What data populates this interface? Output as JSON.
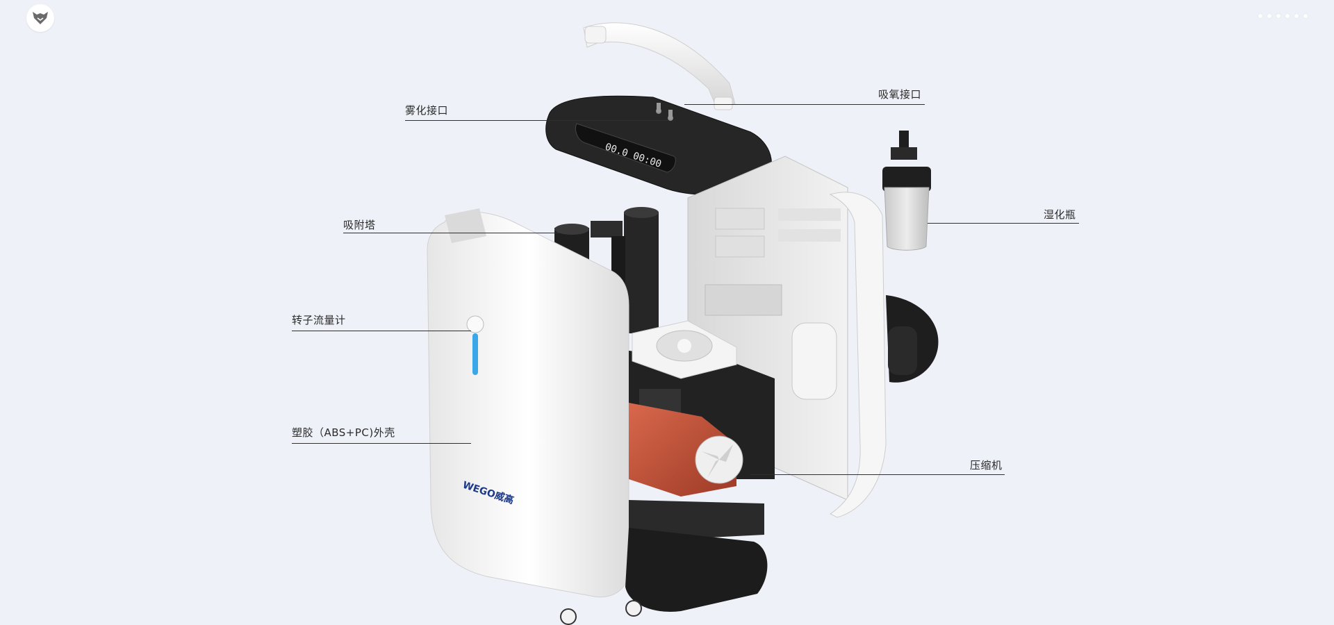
{
  "nav": {
    "logo_icon": "fox-logo-icon",
    "dots_count": 6
  },
  "callouts": {
    "nebulizer_port": "雾化接口",
    "oxygen_port": "吸氧接口",
    "adsorption_tower": "吸附塔",
    "humidifier_bottle": "湿化瓶",
    "rotor_flowmeter": "转子流量计",
    "plastic_shell": "塑胶（ABS+PC)外壳",
    "compressor": "压缩机"
  },
  "product": {
    "brand": "WEGO威高",
    "display_digits": "00.0 00:00"
  },
  "colors": {
    "background": "#eef1f8",
    "shell_white": "#f7f7f7",
    "lid_black": "#1e1e1e",
    "compressor_orange": "#c2543a",
    "flow_blue": "#3aa8e8"
  }
}
